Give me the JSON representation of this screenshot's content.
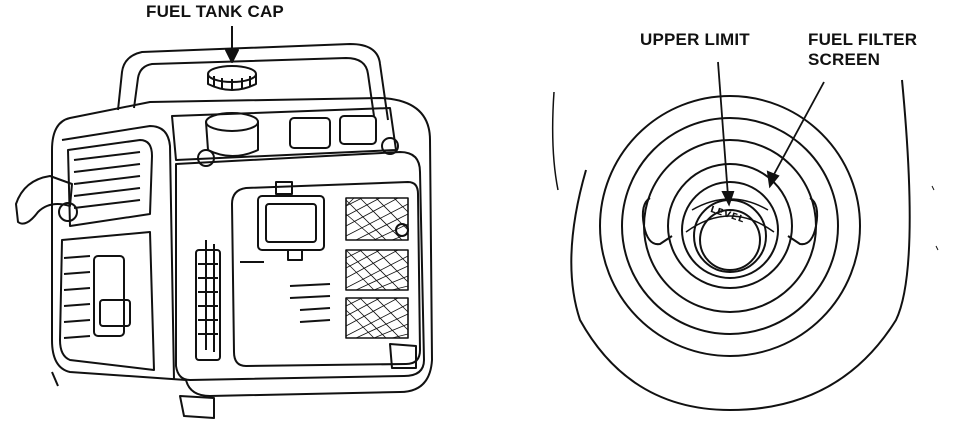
{
  "labels": {
    "fuel_tank_cap": "FUEL TANK CAP",
    "upper_limit": "UPPER LIMIT",
    "fuel_filter_screen_line1": "FUEL FILTER",
    "fuel_filter_screen_line2": "SCREEN",
    "level_mark": "LEVEL"
  },
  "icons": [
    "generator-illustration",
    "fuel-filler-neck-illustration"
  ],
  "colors": {
    "ink": "#111111",
    "background": "#ffffff"
  }
}
